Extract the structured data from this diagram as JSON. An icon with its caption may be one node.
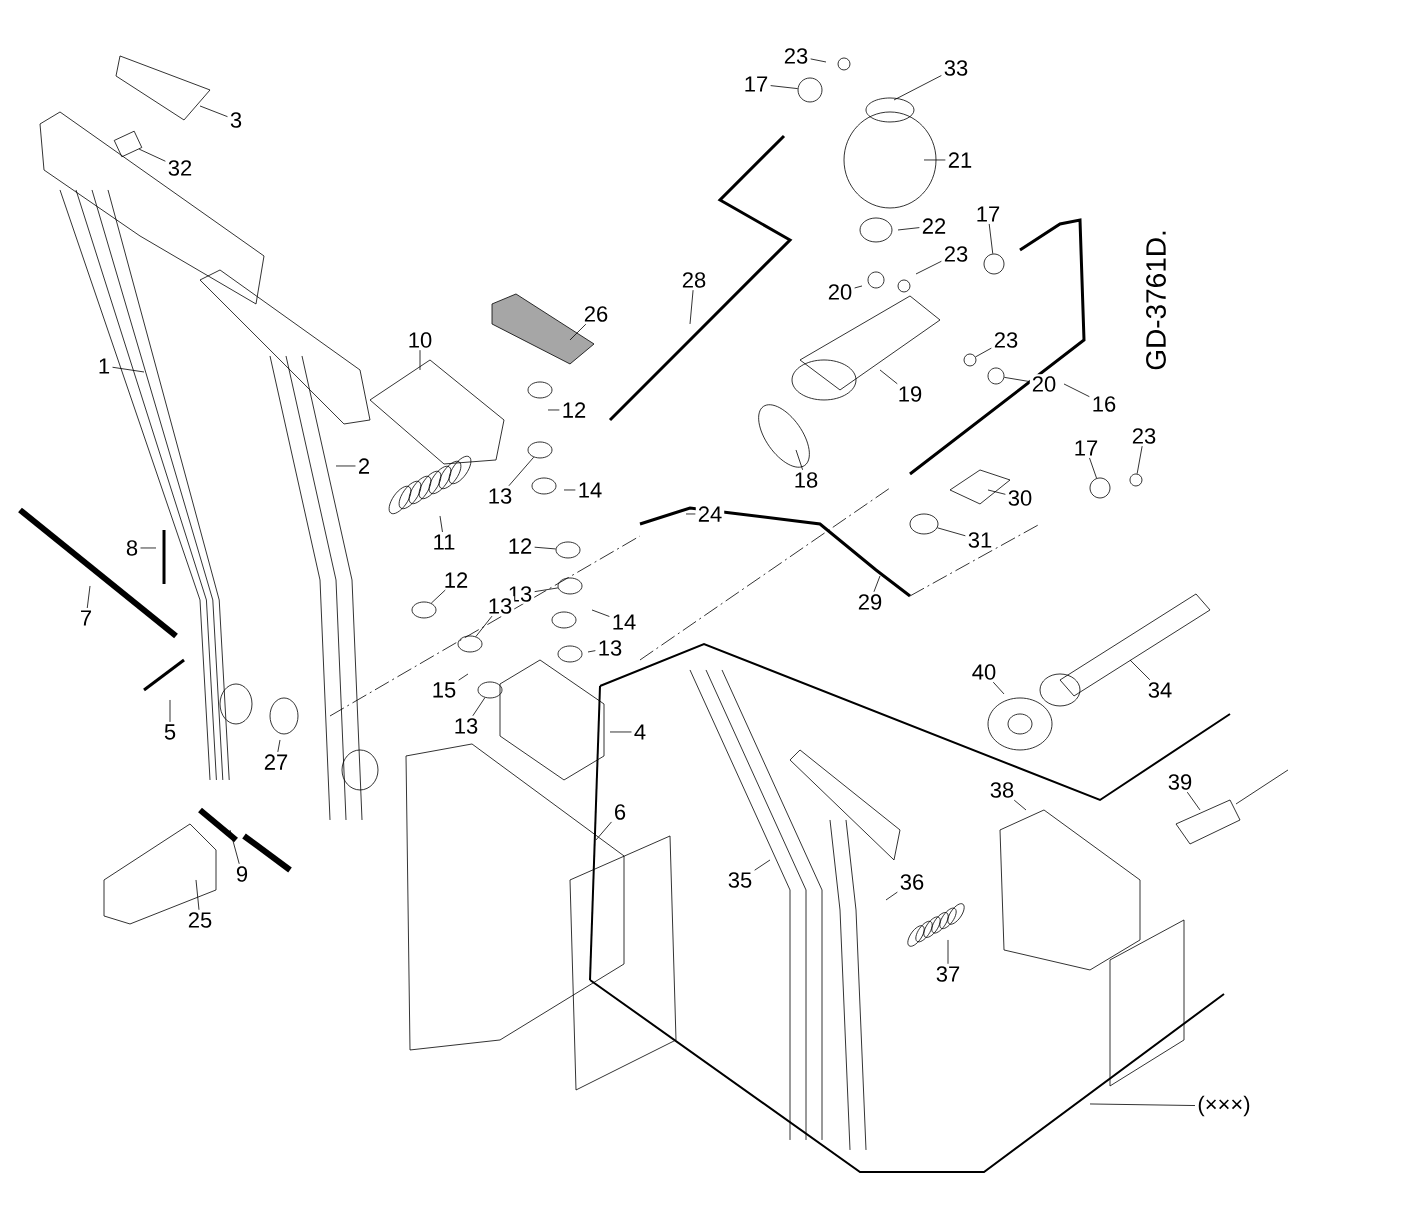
{
  "diagram": {
    "nodes": [
      {
        "text": [
          "23"
        ]
      },
      {
        "text": [
          "33"
        ]
      },
      {
        "text": [
          "17"
        ]
      },
      {
        "text": [
          "3"
        ]
      },
      {
        "text": [
          "21"
        ]
      },
      {
        "text": [
          "32"
        ]
      },
      {
        "text": [
          "22"
        ]
      },
      {
        "text": [
          "17"
        ]
      },
      {
        "text": [
          "23"
        ]
      },
      {
        "text": [
          "28"
        ]
      },
      {
        "text": [
          "20"
        ]
      },
      {
        "text": [
          "26"
        ]
      },
      {
        "text": [
          "10"
        ]
      },
      {
        "text": [
          "23"
        ]
      },
      {
        "text": [
          "20"
        ]
      },
      {
        "text": [
          "1"
        ]
      },
      {
        "text": [
          "19"
        ]
      },
      {
        "text": [
          "16"
        ]
      },
      {
        "text": [
          "12"
        ]
      },
      {
        "text": [
          "17"
        ]
      },
      {
        "text": [
          "23"
        ]
      },
      {
        "text": [
          "2"
        ]
      },
      {
        "text": [
          "18"
        ]
      },
      {
        "text": [
          "13"
        ]
      },
      {
        "text": [
          "14"
        ]
      },
      {
        "text": [
          "30"
        ]
      },
      {
        "text": [
          "24"
        ]
      },
      {
        "text": [
          "31"
        ]
      },
      {
        "text": [
          "11"
        ]
      },
      {
        "text": [
          "8"
        ]
      },
      {
        "text": [
          "12"
        ]
      },
      {
        "text": [
          "13"
        ]
      },
      {
        "text": [
          "12"
        ]
      },
      {
        "text": [
          "29"
        ]
      },
      {
        "text": [
          "13"
        ]
      },
      {
        "text": [
          "7"
        ]
      },
      {
        "text": [
          "14"
        ]
      },
      {
        "text": [
          "13"
        ]
      },
      {
        "text": [
          "40"
        ]
      },
      {
        "text": [
          "15"
        ]
      },
      {
        "text": [
          "34"
        ]
      },
      {
        "text": [
          "13"
        ]
      },
      {
        "text": [
          "4"
        ]
      },
      {
        "text": [
          "5"
        ]
      },
      {
        "text": [
          "27"
        ]
      },
      {
        "text": [
          "39"
        ]
      },
      {
        "text": [
          "38"
        ]
      },
      {
        "text": [
          "6"
        ]
      },
      {
        "text": [
          "9"
        ]
      },
      {
        "text": [
          "35"
        ]
      },
      {
        "text": [
          "36"
        ]
      },
      {
        "text": [
          "25"
        ]
      },
      {
        "text": [
          "37"
        ]
      },
      {
        "text": [
          "(×××)"
        ]
      },
      {
        "text": [],
        "shape": "circle"
      },
      {
        "text": [],
        "shape": "box"
      },
      {
        "text": [],
        "shape": "circle"
      },
      {
        "text": [],
        "shape": "circle"
      },
      {
        "text": [],
        "shape": "circle"
      },
      {
        "text": [],
        "shape": "circle"
      },
      {
        "text": [],
        "shape": "circle"
      },
      {
        "text": [],
        "shape": "circle"
      },
      {
        "text": [],
        "shape": "circle"
      },
      {
        "text": [],
        "shape": "circle"
      },
      {
        "text": [],
        "shape": "circle"
      },
      {
        "text": [],
        "shape": "circle"
      },
      {
        "text": [],
        "shape": "circle"
      },
      {
        "text": [],
        "shape": "circle"
      }
    ],
    "edges": [
      {
        "from": 0,
        "to": null,
        "arrow": "none"
      },
      {
        "from": 1,
        "to": null,
        "arrow": "none"
      },
      {
        "from": 2,
        "to": 54,
        "arrow": "none"
      },
      {
        "from": 3,
        "to": null,
        "arrow": "none"
      },
      {
        "from": 4,
        "to": null,
        "arrow": "none"
      },
      {
        "from": 5,
        "to": 55,
        "arrow": "none"
      },
      {
        "from": 6,
        "to": null,
        "arrow": "none"
      },
      {
        "from": 7,
        "to": 66,
        "arrow": "none"
      },
      {
        "from": 8,
        "to": null,
        "arrow": "none"
      },
      {
        "from": 9,
        "to": null,
        "arrow": "none"
      },
      {
        "from": 10,
        "to": null,
        "arrow": "none"
      },
      {
        "from": 11,
        "to": null,
        "arrow": "none"
      },
      {
        "from": 12,
        "to": null,
        "arrow": "none"
      },
      {
        "from": 13,
        "to": 56,
        "arrow": "none"
      },
      {
        "from": 14,
        "to": 57,
        "arrow": "none"
      },
      {
        "from": 15,
        "to": null,
        "arrow": "none"
      },
      {
        "from": 16,
        "to": null,
        "arrow": "none"
      },
      {
        "from": 17,
        "to": null,
        "arrow": "none"
      },
      {
        "from": 18,
        "to": null,
        "arrow": "none"
      },
      {
        "from": 19,
        "to": 59,
        "arrow": "none"
      },
      {
        "from": 20,
        "to": 67,
        "arrow": "none"
      },
      {
        "from": 21,
        "to": null,
        "arrow": "none"
      },
      {
        "from": 22,
        "to": null,
        "arrow": "none"
      },
      {
        "from": 23,
        "to": 58,
        "arrow": "none"
      },
      {
        "from": 24,
        "to": null,
        "arrow": "none"
      },
      {
        "from": 25,
        "to": null,
        "arrow": "none"
      },
      {
        "from": 26,
        "to": null,
        "arrow": "none"
      },
      {
        "from": 27,
        "to": 60,
        "arrow": "none"
      },
      {
        "from": 28,
        "to": null,
        "arrow": "none"
      },
      {
        "from": 29,
        "to": null,
        "arrow": "none"
      },
      {
        "from": 30,
        "to": 61,
        "arrow": "none"
      },
      {
        "from": 31,
        "to": 62,
        "arrow": "none"
      },
      {
        "from": 32,
        "to": 63,
        "arrow": "none"
      },
      {
        "from": 33,
        "to": null,
        "arrow": "none"
      },
      {
        "from": 34,
        "to": 64,
        "arrow": "none"
      },
      {
        "from": 35,
        "to": null,
        "arrow": "none"
      },
      {
        "from": 36,
        "to": null,
        "arrow": "none"
      },
      {
        "from": 37,
        "to": null,
        "arrow": "none"
      },
      {
        "from": 38,
        "to": null,
        "arrow": "none"
      },
      {
        "from": 39,
        "to": null,
        "arrow": "none"
      },
      {
        "from": 40,
        "to": null,
        "arrow": "none"
      },
      {
        "from": 41,
        "to": 65,
        "arrow": "none"
      },
      {
        "from": 42,
        "to": null,
        "arrow": "none"
      },
      {
        "from": 43,
        "to": null,
        "arrow": "none"
      },
      {
        "from": 44,
        "to": null,
        "arrow": "none"
      },
      {
        "from": 45,
        "to": null,
        "arrow": "none"
      },
      {
        "from": 46,
        "to": null,
        "arrow": "none"
      },
      {
        "from": 47,
        "to": null,
        "arrow": "none"
      },
      {
        "from": 48,
        "to": null,
        "arrow": "none"
      },
      {
        "from": 49,
        "to": null,
        "arrow": "none"
      },
      {
        "from": 50,
        "to": null,
        "arrow": "none"
      },
      {
        "from": 51,
        "to": null,
        "arrow": "none"
      },
      {
        "from": 52,
        "to": null,
        "arrow": "none"
      },
      {
        "from": 53,
        "to": null,
        "arrow": "none"
      }
    ],
    "labels": [
      "GD-3761D."
    ]
  }
}
